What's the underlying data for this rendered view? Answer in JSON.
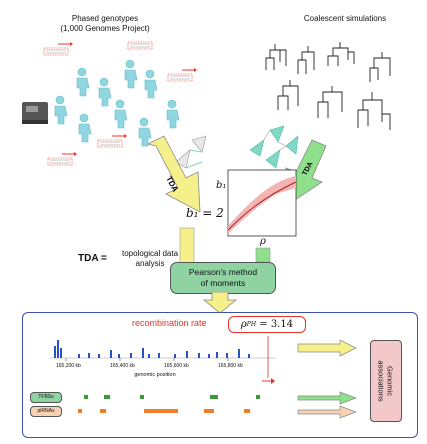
{
  "top": {
    "phased_title": "Phased genotypes\n(1,000 Genomes Project)",
    "coalescent_title": "Coalescent simulations"
  },
  "tda": {
    "label": "TDA",
    "definition_key": "TDA =",
    "definition_text": "topological data\nanalysis",
    "b1_equation": "b₁ = 2",
    "b1_axis": "b₁",
    "rho_axis": "ρ"
  },
  "pearson": {
    "label": "Pearson's method\nof moments"
  },
  "results": {
    "recombination_label": "recombination rate",
    "rho_value_label": "ρ",
    "rho_subscript": "PH",
    "rho_value": "= 3.14",
    "genomic_position_label": "genomic position",
    "ticks": [
      "165,200 kb",
      "165,400 kb",
      "165,600 kb",
      "165,800 kb"
    ],
    "tracks": [
      {
        "label": "TFBSs",
        "color": "#3a9a3a"
      },
      {
        "label": "piRNAs",
        "color": "#f07d2a"
      }
    ],
    "associations_label": "Genomic\nassociations"
  },
  "colors": {
    "frame": "#3d4fb5",
    "arrow_yellow": "#f5f08a",
    "arrow_green": "#8fe08a",
    "person": "#8fd6e0",
    "pearson_box": "#8fd3a3",
    "assoc_box": "#f2c8c8",
    "red": "#e8332b"
  }
}
